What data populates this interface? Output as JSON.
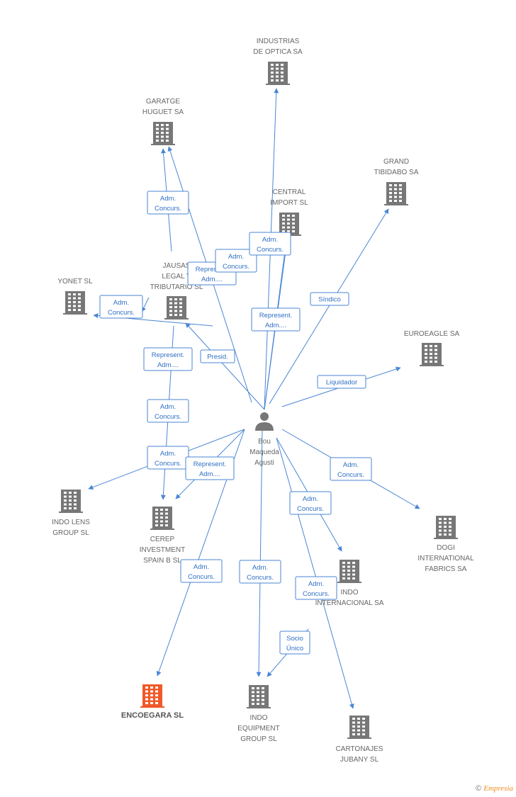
{
  "center": {
    "lines": [
      "Bou",
      "Maqueda",
      "Agusti"
    ]
  },
  "companies": [
    {
      "id": "industrias",
      "lines": [
        "INDUSTRIAS",
        "DE OPTICA SA"
      ],
      "color": "#777777"
    },
    {
      "id": "garatge",
      "lines": [
        "GARATGE",
        "HUGUET SA"
      ],
      "color": "#777777"
    },
    {
      "id": "grand",
      "lines": [
        "GRAND",
        "TIBIDABO SA"
      ],
      "color": "#777777"
    },
    {
      "id": "central",
      "lines": [
        "CENTRAL",
        "IMPORT SL"
      ],
      "color": "#777777"
    },
    {
      "id": "yonet",
      "lines": [
        "YONET SL"
      ],
      "color": "#777777"
    },
    {
      "id": "jausas",
      "lines": [
        "JAUSAS",
        "LEGAL Y",
        "TRIBUTARIO SL"
      ],
      "color": "#777777"
    },
    {
      "id": "euroeagle",
      "lines": [
        "EUROEAGLE SA"
      ],
      "color": "#777777"
    },
    {
      "id": "indolens",
      "lines": [
        "INDO LENS",
        "GROUP SL"
      ],
      "color": "#777777"
    },
    {
      "id": "cerep",
      "lines": [
        "CEREP",
        "INVESTMENT",
        "SPAIN B SL"
      ],
      "color": "#777777"
    },
    {
      "id": "dogi",
      "lines": [
        "DOGI",
        "INTERNATIONAL",
        "FABRICS SA"
      ],
      "color": "#777777"
    },
    {
      "id": "indointer",
      "lines": [
        "INDO",
        "INTERNACIONAL SA"
      ],
      "color": "#777777"
    },
    {
      "id": "encoegara",
      "lines": [
        "ENCOEGARA SL"
      ],
      "color": "#f0592a",
      "focus": true
    },
    {
      "id": "indoequip",
      "lines": [
        "INDO",
        "EQUIPMENT",
        "GROUP SL"
      ],
      "color": "#777777"
    },
    {
      "id": "cartonajes",
      "lines": [
        "CARTONAJES",
        "JUBANY SL"
      ],
      "color": "#777777"
    }
  ],
  "relations": [
    {
      "lines": [
        "Adm.",
        "Concurs."
      ]
    },
    {
      "lines": [
        "Adm.",
        "Concurs."
      ]
    },
    {
      "lines": [
        "Adm.",
        "Concurs."
      ]
    },
    {
      "lines": [
        "Represent.",
        "Adm...."
      ]
    },
    {
      "lines": [
        "Adm.",
        "Concurs."
      ]
    },
    {
      "lines": [
        "Represent.",
        "Adm...."
      ]
    },
    {
      "lines": [
        "Síndico"
      ]
    },
    {
      "lines": [
        "Presid."
      ]
    },
    {
      "lines": [
        "Represent.",
        "Adm...."
      ]
    },
    {
      "lines": [
        "Liquidador"
      ]
    },
    {
      "lines": [
        "Adm.",
        "Concurs."
      ]
    },
    {
      "lines": [
        "Adm.",
        "Concurs."
      ]
    },
    {
      "lines": [
        "Represent.",
        "Adm...."
      ]
    },
    {
      "lines": [
        "Adm.",
        "Concurs."
      ]
    },
    {
      "lines": [
        "Adm.",
        "Concurs."
      ]
    },
    {
      "lines": [
        "Adm.",
        "Concurs."
      ]
    },
    {
      "lines": [
        "Adm.",
        "Concurs."
      ]
    },
    {
      "lines": [
        "Adm.",
        "Concurs."
      ]
    },
    {
      "lines": [
        "Socio",
        "Único"
      ]
    }
  ],
  "footer": {
    "copyright": "©",
    "brand_initial": "E",
    "brand_rest": "mpresia"
  }
}
